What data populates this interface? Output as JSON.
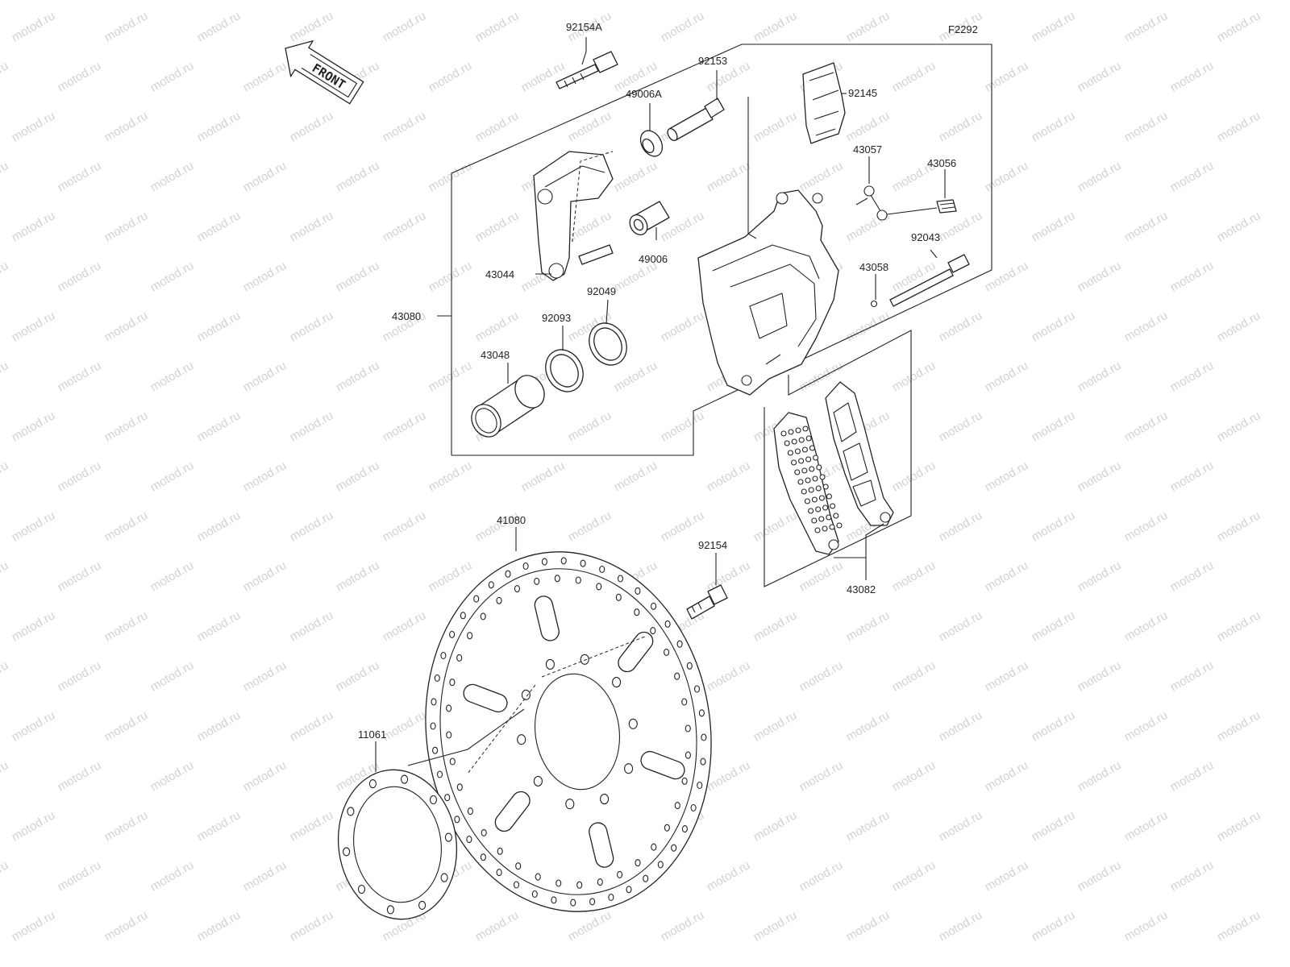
{
  "diagram": {
    "figure_code": "F2292",
    "front_label": "FRONT",
    "watermark_text": "motod.ru",
    "parts": {
      "p92154A": "92154A",
      "p92153": "92153",
      "p49006A": "49006A",
      "p92145": "92145",
      "p43057": "43057",
      "p43056": "43056",
      "p92043": "92043",
      "p43058": "43058",
      "p49006": "49006",
      "p43044": "43044",
      "p43080": "43080",
      "p92049": "92049",
      "p92093": "92093",
      "p43048": "43048",
      "p41080": "41080",
      "p92154": "92154",
      "p43082": "43082",
      "p11061": "11061"
    }
  }
}
